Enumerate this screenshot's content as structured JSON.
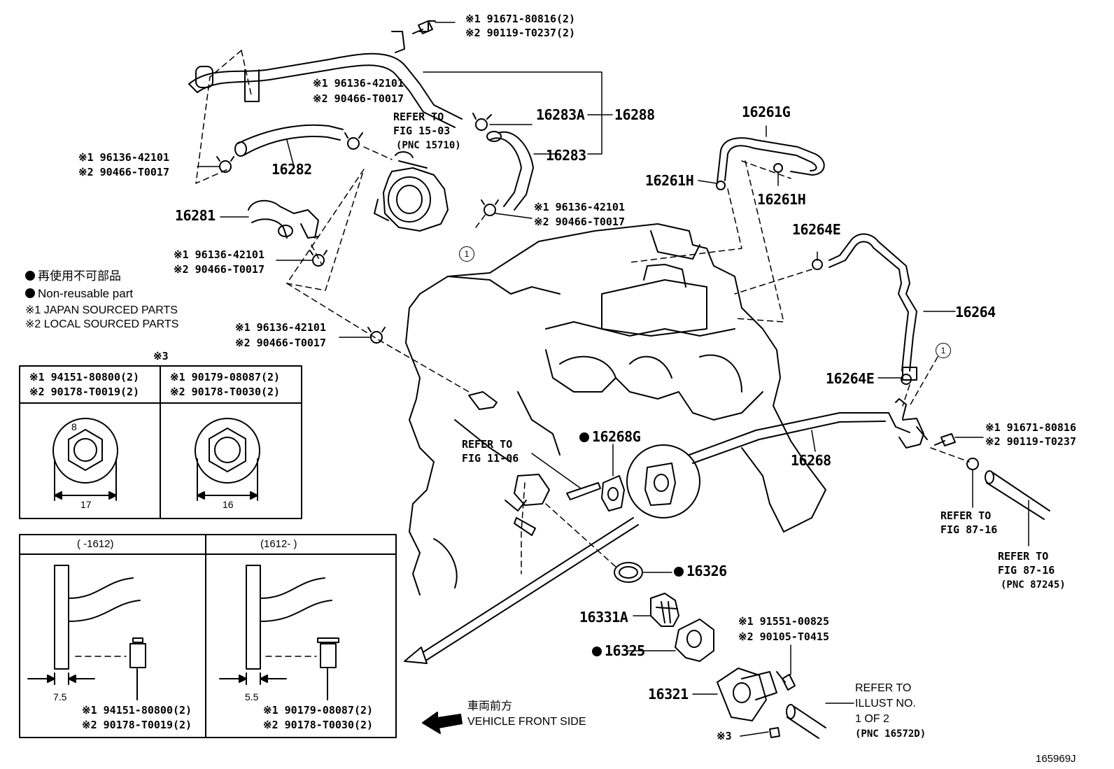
{
  "figure_id": "165969J",
  "legend": {
    "non_reusable_jp": "再使用不可部品",
    "non_reusable_en": "Non-reusable part",
    "jp_sourced": "※1 JAPAN SOURCED PARTS",
    "local_sourced": "※2 LOCAL SOURCED PARTS"
  },
  "parts": {
    "p16288": "16288",
    "p16283A": "16283A",
    "p16283": "16283",
    "p16282": "16282",
    "p16281": "16281",
    "p16261G": "16261G",
    "p16261H_left": "16261H",
    "p16261H_right": "16261H",
    "p16264E_top": "16264E",
    "p16264E_bottom": "16264E",
    "p16264": "16264",
    "p16268G": "16268G",
    "p16268": "16268",
    "p16326": "16326",
    "p16331A": "16331A",
    "p16325": "16325",
    "p16321": "16321"
  },
  "fasteners": {
    "top_bolt_1": "※1 91671-80816(2)",
    "top_bolt_2": "※2 90119-T0237(2)",
    "clamp_a1": "※1 96136-42101",
    "clamp_a2": "※2 90466-T0017",
    "clamp_b1": "※1 96136-42101",
    "clamp_b2": "※2 90466-T0017",
    "clamp_c1": "※1 96136-42101",
    "clamp_c2": "※2 90466-T0017",
    "clamp_d1": "※1 96136-42101",
    "clamp_d2": "※2 90466-T0017",
    "clamp_e1": "※1 96136-42101",
    "clamp_e2": "※2 90466-T0017",
    "right_bolt_1": "※1 91671-80816",
    "right_bolt_2": "※2 90119-T0237",
    "outlet_bolt_1": "※1 91551-00825",
    "outlet_bolt_2": "※2 90105-T0415",
    "note3_marker": "※3"
  },
  "references": {
    "fig15_l1": "REFER TO",
    "fig15_l2": "FIG 15-03",
    "fig15_l3": "(PNC 15710)",
    "fig11_l1": "REFER TO",
    "fig11_l2": "FIG 11-06",
    "fig87a_l1": "REFER TO",
    "fig87a_l2": "FIG 87-16",
    "fig87b_l1": "REFER TO",
    "fig87b_l2": "FIG 87-16",
    "fig87b_l3": "(PNC 87245)",
    "illust_l1": "REFER TO",
    "illust_l2": "ILLUST NO.",
    "illust_l3": "1 OF 2",
    "illust_l4": "(PNC 16572D)"
  },
  "callout_number": "1",
  "nut_table": {
    "title": "※3",
    "left_1": "※1 94151-80800(2)",
    "left_2": "※2 90178-T0019(2)",
    "right_1": "※1 90179-08087(2)",
    "right_2": "※2 90178-T0030(2)",
    "left_size": "17",
    "left_height": "8",
    "right_size": "16"
  },
  "bolt_table": {
    "left_header": "(     -1612)",
    "right_header": "(1612-      )",
    "left_dim": "7.5",
    "right_dim": "5.5",
    "left_1": "※1 94151-80800(2)",
    "left_2": "※2 90178-T0019(2)",
    "right_1": "※1 90179-08087(2)",
    "right_2": "※2 90178-T0030(2)"
  },
  "direction": {
    "jp": "車両前方",
    "en": "VEHICLE FRONT SIDE"
  }
}
